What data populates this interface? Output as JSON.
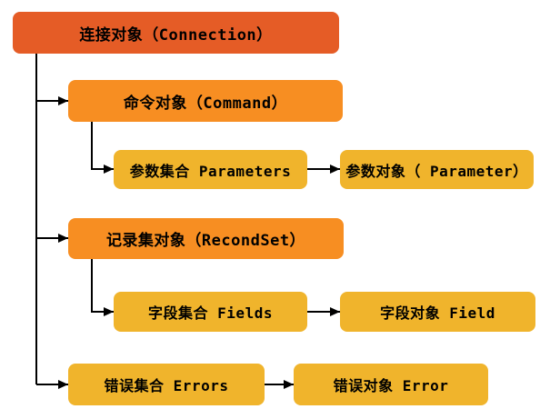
{
  "diagram": {
    "description": "ADO object hierarchy diagram",
    "colors": {
      "level1": "#E55C26",
      "level2": "#F78E22",
      "level3": "#F0B42C",
      "line": "#000000",
      "text": "#000000",
      "background": "#FFFFFF"
    },
    "nodes": [
      {
        "id": "connection",
        "label": "连接对象（Connection）",
        "level": 1
      },
      {
        "id": "command",
        "label": "命令对象（Command）",
        "level": 2
      },
      {
        "id": "parameters",
        "label": "参数集合 Parameters",
        "level": 3
      },
      {
        "id": "parameter",
        "label": "参数对象（ Parameter）",
        "level": 3
      },
      {
        "id": "recordset",
        "label": "记录集对象（RecondSet）",
        "level": 2
      },
      {
        "id": "fields",
        "label": "字段集合 Fields",
        "level": 3
      },
      {
        "id": "field",
        "label": "字段对象 Field",
        "level": 3
      },
      {
        "id": "errors",
        "label": "错误集合 Errors",
        "level": 3
      },
      {
        "id": "error",
        "label": "错误对象 Error",
        "level": 3
      }
    ],
    "edges": [
      {
        "from": "connection",
        "to": "command"
      },
      {
        "from": "connection",
        "to": "recordset"
      },
      {
        "from": "connection",
        "to": "errors"
      },
      {
        "from": "command",
        "to": "parameters"
      },
      {
        "from": "parameters",
        "to": "parameter"
      },
      {
        "from": "recordset",
        "to": "fields"
      },
      {
        "from": "fields",
        "to": "field"
      },
      {
        "from": "errors",
        "to": "error"
      }
    ]
  }
}
